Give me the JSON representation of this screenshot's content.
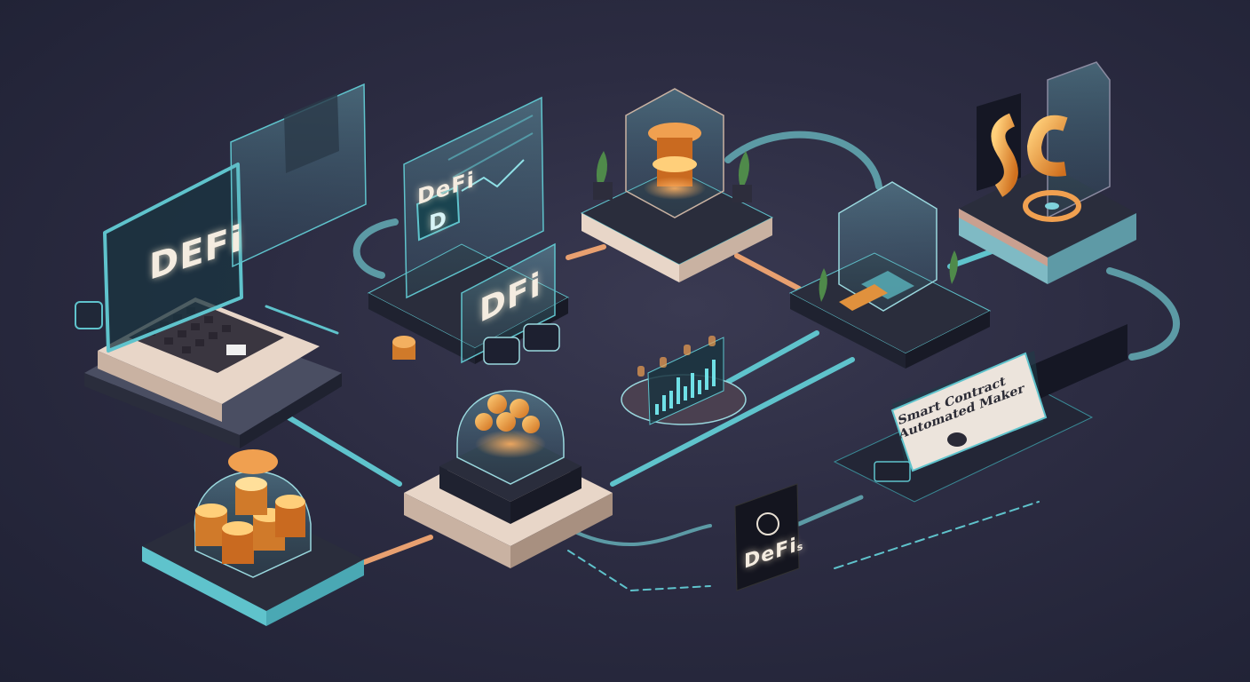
{
  "scene": {
    "description": "Isometric 3D illustration of a DeFi (decentralized finance) workflow with connected platforms",
    "colors": {
      "background": "#2c2c42",
      "accent_teal": "#5fc3cc",
      "accent_orange": "#f0a050",
      "platform_dark": "#2a2d3c",
      "platform_light": "#e8d6c8",
      "text_glow": "#f4ece0"
    }
  },
  "nodes": {
    "laptop": {
      "label": "DEFi"
    },
    "dashboard": {
      "title": "DeFi",
      "badge": "D",
      "front_label": "DFi"
    },
    "reactor": {
      "label": ""
    },
    "chip_station": {
      "label": ""
    },
    "currency_vault": {
      "label": ""
    },
    "coin_jar": {
      "label": ""
    },
    "coin_dome": {
      "label": ""
    },
    "chart_panel": {
      "label": ""
    },
    "defi_tag": {
      "label": "DeFi",
      "suffix": "s"
    },
    "smart_contract_card": {
      "title_line1": "Smart Contract",
      "title_line2": "Automated Maker"
    }
  }
}
